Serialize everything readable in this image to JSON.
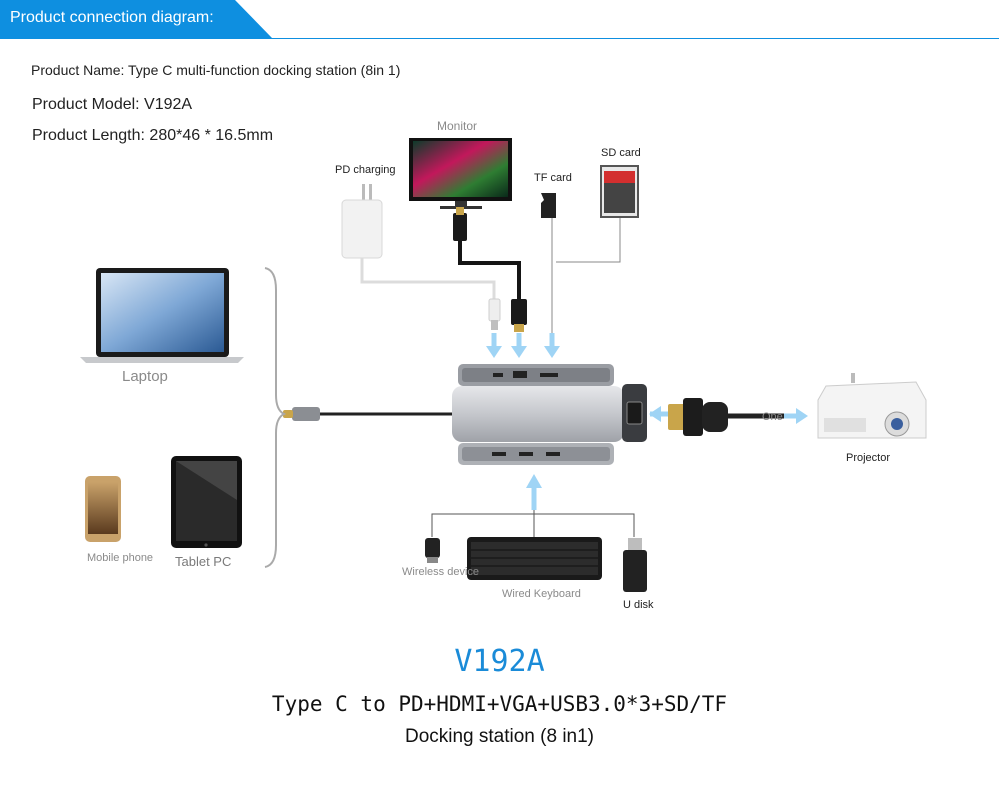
{
  "header": {
    "title": "Product connection diagram:",
    "accent": "#0e8fe0"
  },
  "info": {
    "name": "Product Name: Type C multi-function docking station (8in 1)",
    "model": "Product Model: V192A",
    "length": "Product Length: 280*46 * 16.5mm"
  },
  "devices": {
    "monitor": "Monitor",
    "pd_charging": "PD charging",
    "tf_card": "TF card",
    "sd_card": "SD card",
    "laptop": "Laptop",
    "mobile_phone": "Mobile phone",
    "tablet_pc": "Tablet PC",
    "projector": "Projector",
    "one": "One",
    "wireless_device": "Wireless device",
    "wired_keyboard": "Wired Keyboard",
    "u_disk": "U disk"
  },
  "footer": {
    "model": "V192A",
    "spec": "Type C to PD+HDMI+VGA+USB3.0*3+SD/TF",
    "sub": "Docking station (8 in1)"
  },
  "colors": {
    "arrow": "#9fd4f5",
    "model_blue": "#1a8bd8"
  }
}
